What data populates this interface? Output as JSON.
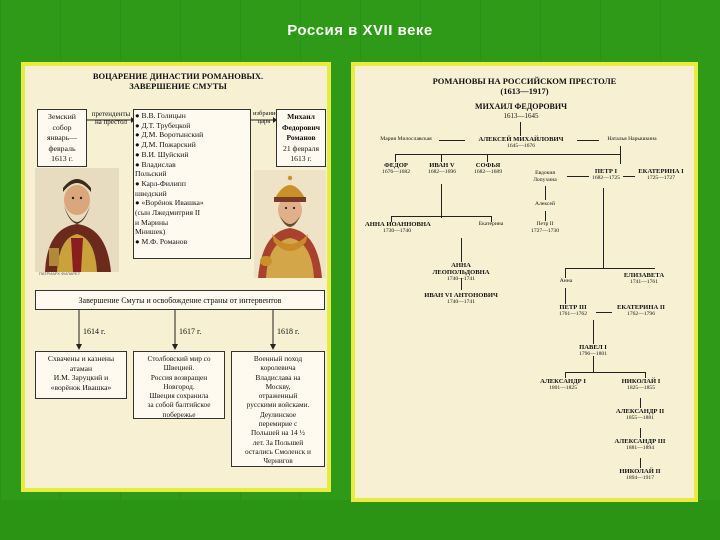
{
  "slide_title": "Россия в XVII веке",
  "left": {
    "title_line1": "ВОЦАРЕНИЕ ДИНАСТИИ РОМАНОВЫХ.",
    "title_line2": "ЗАВЕРШЕНИЕ СМУТЫ",
    "sobor": [
      "Земский",
      "собор",
      "январь—",
      "февраль",
      "1613 г."
    ],
    "pretenders_label": [
      "претенденты",
      "на престол"
    ],
    "candidates": [
      "● В.В. Голицын",
      "● Д.Т. Трубецкой",
      "● Д.М. Воротынский",
      "● Д.М. Пожарский",
      "● В.И. Шуйский",
      "● Владислав",
      "   Польский",
      "● Карл-Филипп",
      "   шведский",
      "● «Ворёнок Ивашка»",
      "   (сын Лжедмитрия II",
      "   и Марины",
      "   Мнишек)",
      "● М.Ф. Романов"
    ],
    "elected_label": [
      "избрание",
      "царя"
    ],
    "mikhail": [
      "Михаил",
      "Федорович",
      "Романов",
      "21 февраля",
      "1613 г."
    ],
    "portrait_caption": "ПАТРИАРХ ФИЛАРЕТ",
    "completion": "Завершение Смуты и освобождение страны от интервентов",
    "years": [
      "1614 г.",
      "1617 г.",
      "1618 г."
    ],
    "box1": [
      "Схвачены и казнены",
      "атаман",
      "И.М. Заруцкий и",
      "«ворёнок Ивашка»"
    ],
    "box2": [
      "Столбовский мир со",
      "Швецией.",
      "Россия возвращен",
      "Новгород.",
      "Швеция сохранила",
      "за собой балтийское",
      "побережье"
    ],
    "box3": [
      "Военный поход",
      "королевича",
      "Владислава на",
      "Москву,",
      "отраженный",
      "русскими войсками.",
      "Деулинское",
      "перемирие с",
      "Польшей на 14 ½",
      "лет. За Польшей",
      "остались Смоленск и",
      "Чернигов"
    ]
  },
  "right": {
    "title_line1": "РОМАНОВЫ НА РОССИЙСКОМ ПРЕСТОЛЕ",
    "title_line2": "(1613—1917)",
    "persons": {
      "mikhail": {
        "name": "МИХАИЛ ФЕДОРОВИЧ",
        "years": "1613—1645"
      },
      "maria": {
        "name": "Мария Милославская",
        "years": ""
      },
      "alexey": {
        "name": "АЛЕКСЕЙ МИХАЙЛОВИЧ",
        "years": "1645—1676"
      },
      "natalia": {
        "name": "Наталья Нарышкина",
        "years": ""
      },
      "fedor": {
        "name": "ФЕДОР",
        "years": "1676—1682"
      },
      "ivan5": {
        "name": "ИВАН V",
        "years": "1682—1696"
      },
      "sofia": {
        "name": "СОФЬЯ",
        "years": "1682—1689"
      },
      "evdokia": {
        "name": "Евдокия",
        "years": "Лопухина"
      },
      "peter1": {
        "name": "ПЕТР I",
        "years": "1682—1725"
      },
      "ekaterina1": {
        "name": "ЕКАТЕРИНА I",
        "years": "1725—1727"
      },
      "alexey2": {
        "name": "Алексей",
        "years": ""
      },
      "anna_ioann": {
        "name": "АННА ИОАННОВНА",
        "years": "1730—1740"
      },
      "ekaterina": {
        "name": "Екатерина",
        "years": ""
      },
      "peter2": {
        "name": "Петр II",
        "years": "1727—1730"
      },
      "anna_leop": {
        "name": "АННА",
        "name2": "ЛЕОПОЛЬДОВНА",
        "years": "1740—1741"
      },
      "ivan6": {
        "name": "ИВАН VI АНТОНОВИЧ",
        "years": "1740—1741"
      },
      "anna": {
        "name": "Анна",
        "years": ""
      },
      "elizaveta": {
        "name": "ЕЛИЗАВЕТА",
        "years": "1741—1761"
      },
      "peter3": {
        "name": "ПЕТР III",
        "years": "1761—1762"
      },
      "ekaterina2": {
        "name": "ЕКАТЕРИНА II",
        "years": "1762—1796"
      },
      "pavel1": {
        "name": "ПАВЕЛ I",
        "years": "1796—1801"
      },
      "alexander1": {
        "name": "АЛЕКСАНДР I",
        "years": "1801—1825"
      },
      "nikolai1": {
        "name": "НИКОЛАЙ I",
        "years": "1825—1855"
      },
      "alexander2": {
        "name": "АЛЕКСАНДР II",
        "years": "1855—1881"
      },
      "alexander3": {
        "name": "АЛЕКСАНДР III",
        "years": "1881—1894"
      },
      "nikolai2": {
        "name": "НИКОЛАЙ II",
        "years": "1894—1917"
      }
    }
  }
}
